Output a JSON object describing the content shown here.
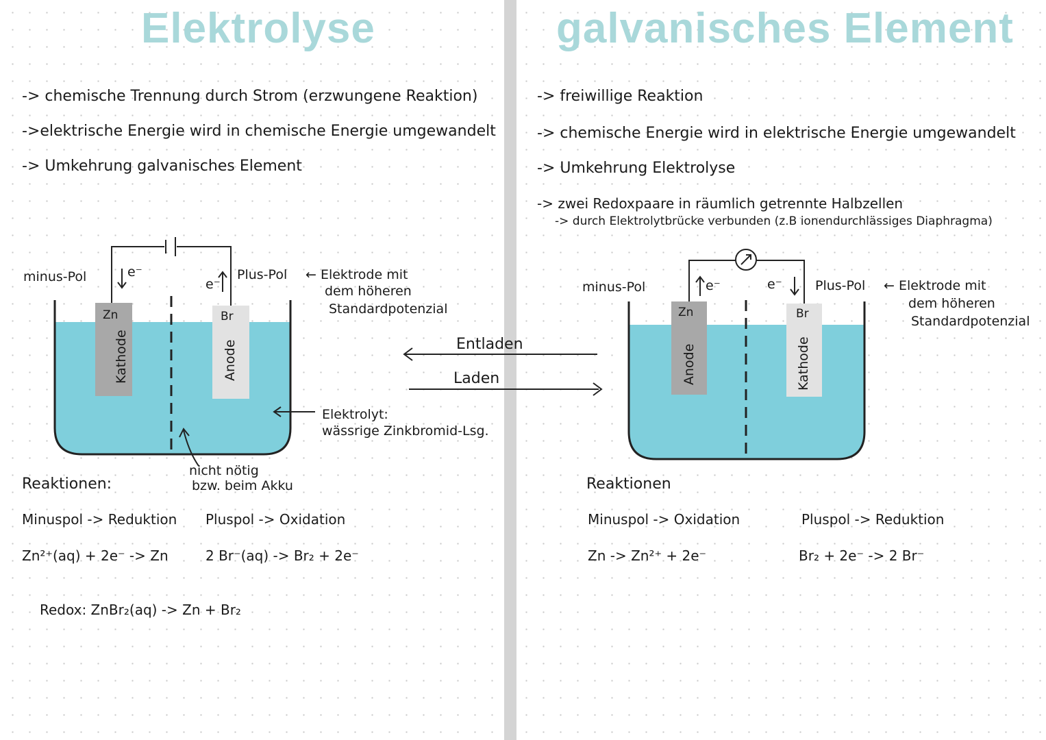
{
  "left": {
    "title": "Elektrolyse",
    "bullets": [
      "-> chemische Trennung durch Strom (erzwungene Reaktion)",
      "->elektrische Energie wird in chemische Energie umgewandelt",
      "-> Umkehrung galvanisches Element"
    ],
    "diagram": {
      "minus_pol": "minus-Pol",
      "plus_pol": "Plus-Pol",
      "electrode_note": [
        "← Elektrode mit",
        "dem höheren",
        "Standardpotenzial"
      ],
      "electron_symbol": "e⁻",
      "zn": "Zn",
      "br": "Br",
      "kathode": "Kathode",
      "anode": "Anode",
      "electrolyte": [
        "Elektrolyt:",
        "wässrige Zinkbromid-Lsg."
      ],
      "not_needed": [
        "nicht nötig",
        "bzw. beim Akku"
      ]
    },
    "reactions": {
      "heading": "Reaktionen:",
      "minus": "Minuspol -> Reduktion",
      "plus": "Pluspol -> Oxidation",
      "minus_eq": "Zn²⁺(aq) + 2e⁻ -> Zn",
      "plus_eq": "2 Br⁻(aq) -> Br₂ + 2e⁻",
      "redox": "Redox: ZnBr₂(aq) -> Zn + Br₂"
    }
  },
  "middle": {
    "entladen": "Entladen",
    "laden": "Laden"
  },
  "right": {
    "title": "galvanisches Element",
    "bullets": [
      "-> freiwillige Reaktion",
      "-> chemische Energie wird in elektrische Energie umgewandelt",
      "-> Umkehrung Elektrolyse",
      "-> zwei Redoxpaare in räumlich getrennte Halbzellen",
      "-> durch Elektrolytbrücke verbunden (z.B ionendurchlässiges Diaphragma)"
    ],
    "diagram": {
      "minus_pol": "minus-Pol",
      "plus_pol": "Plus-Pol",
      "electrode_note": [
        "← Elektrode mit",
        "dem höheren",
        "Standardpotenzial"
      ],
      "electron_symbol": "e⁻",
      "zn": "Zn",
      "br": "Br",
      "anode": "Anode",
      "kathode": "Kathode"
    },
    "reactions": {
      "heading": "Reaktionen",
      "minus": "Minuspol -> Oxidation",
      "plus": "Pluspol -> Reduktion",
      "minus_eq": "Zn -> Zn²⁺ + 2e⁻",
      "plus_eq": "Br₂ + 2e⁻ -> 2 Br⁻"
    }
  },
  "colors": {
    "title": "#a9d8da",
    "electrolyte": "#7fcfdc",
    "electrode_dark": "#a8a8a8",
    "electrode_light": "#e2e2e2",
    "divider": "#d4d4d4"
  }
}
